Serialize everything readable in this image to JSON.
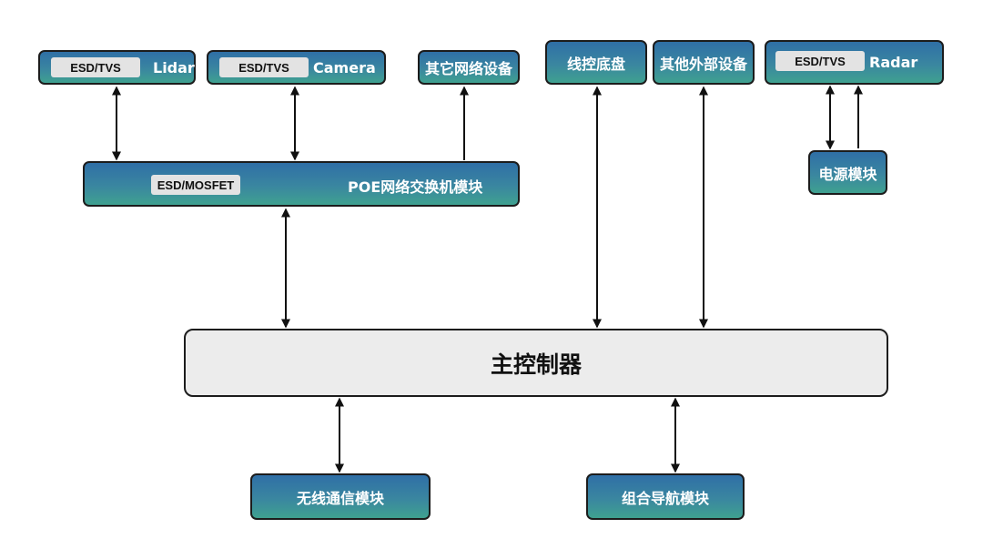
{
  "nodes": {
    "lidar": {
      "tag": "ESD/TVS",
      "label": "Lidar"
    },
    "camera": {
      "tag": "ESD/TVS",
      "label": "Camera"
    },
    "other_network": {
      "label": "其它网络设备"
    },
    "wire_chassis": {
      "label": "线控底盘"
    },
    "other_external": {
      "label": "其他外部设备"
    },
    "radar": {
      "tag": "ESD/TVS",
      "label": "Radar"
    },
    "poe_switch": {
      "tag": "ESD/MOSFET",
      "label": "POE网络交换机模块"
    },
    "power": {
      "label": "电源模块"
    },
    "main_controller": {
      "label": "主控制器"
    },
    "wireless": {
      "label": "无线通信模块"
    },
    "integrated_nav": {
      "label": "组合导航模块"
    }
  },
  "colors": {
    "box_top": "#2f6fa6",
    "box_bottom": "#3fa190",
    "main_fill": "#ececec",
    "tag_fill": "#e3e3e3",
    "line": "#111111"
  }
}
